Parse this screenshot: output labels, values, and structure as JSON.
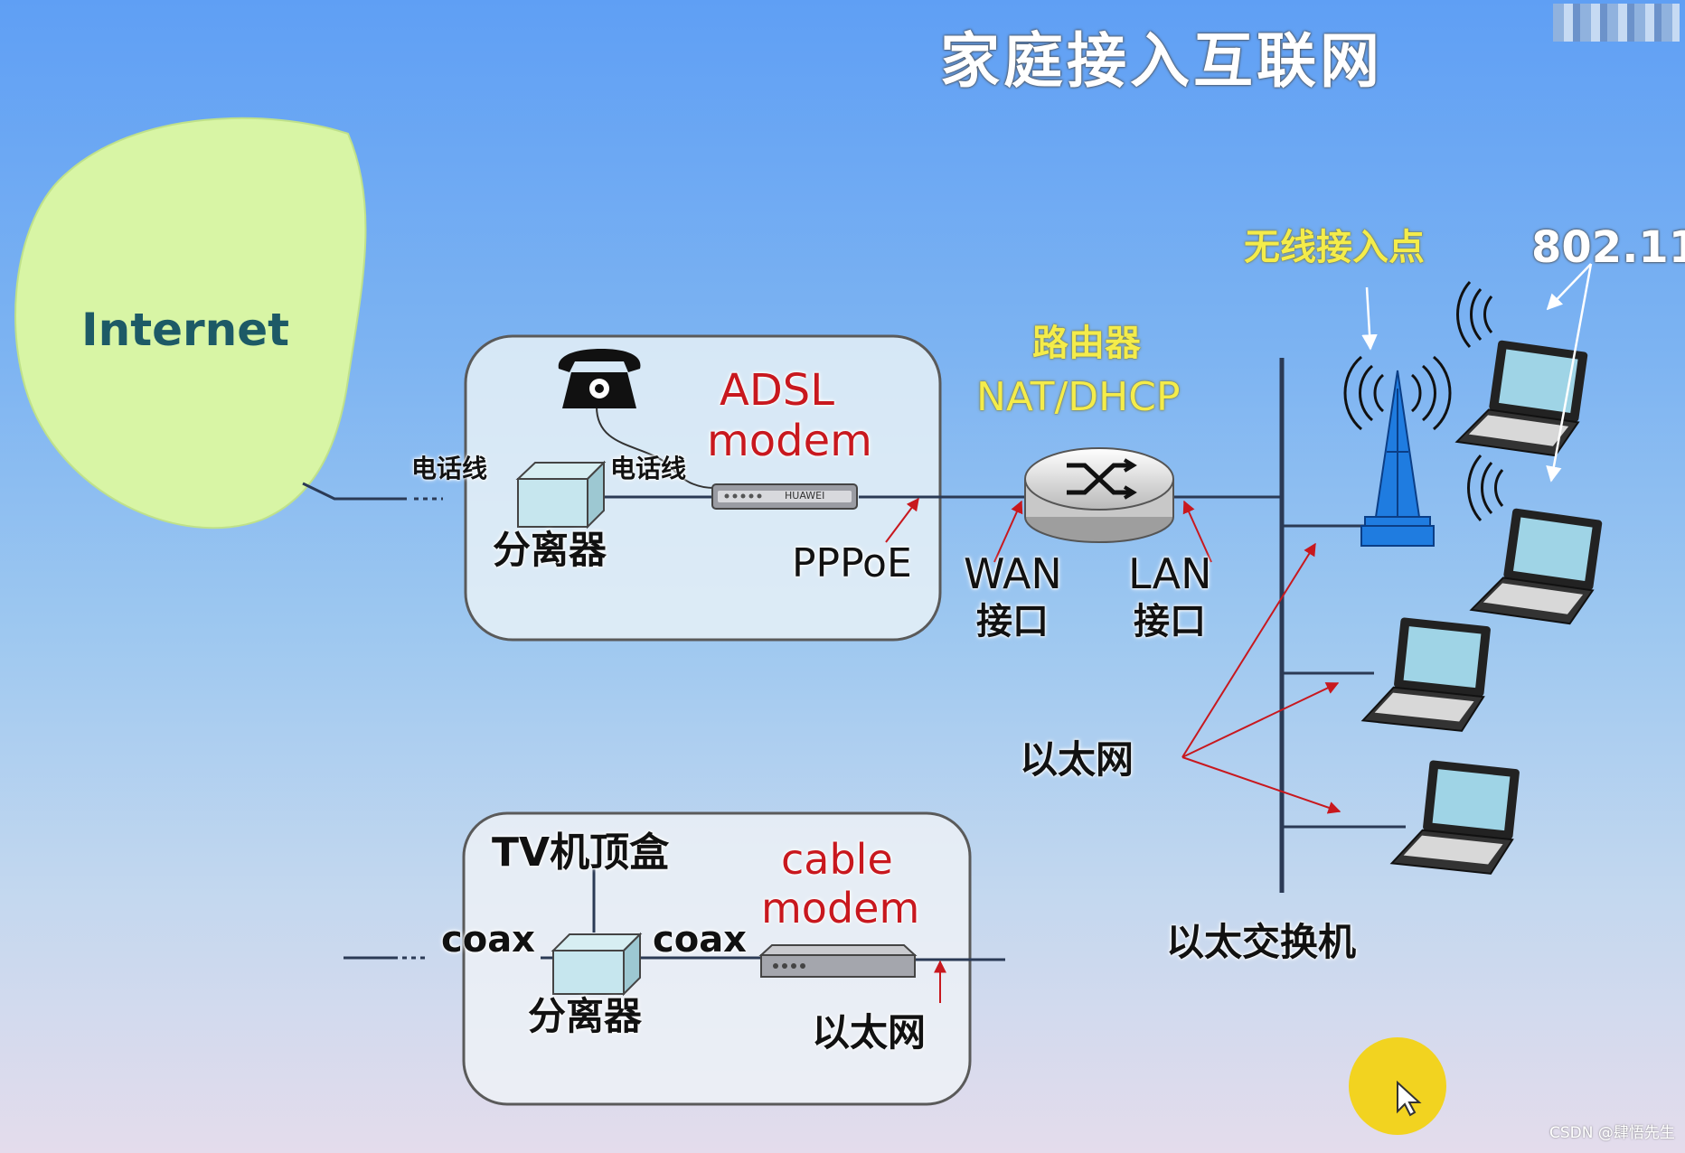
{
  "title": "家庭接入互联网",
  "watermark": "CSDN @肆悟先生",
  "cloud": {
    "label": "Internet",
    "color": "#d8f5a5"
  },
  "adsl_box": {
    "line_left": "电话线",
    "line_right": "电话线",
    "splitter": "分离器",
    "modem_line1": "ADSL",
    "modem_line2": "modem",
    "modem_brand": "HUAWEI",
    "pppoe": "PPPoE"
  },
  "router": {
    "name": "路由器",
    "function": "NAT/DHCP",
    "wan_line1": "WAN",
    "wan_line2": "接口",
    "lan_line1": "LAN",
    "lan_line2": "接口"
  },
  "wireless": {
    "ap": "无线接入点",
    "standard": "802.11"
  },
  "switch": {
    "label": "以太交换机",
    "ethernet": "以太网"
  },
  "cable_box": {
    "settop": "TV机顶盒",
    "coax_left": "coax",
    "coax_right": "coax",
    "splitter": "分离器",
    "modem_line1": "cable",
    "modem_line2": "modem",
    "ethernet": "以太网"
  },
  "colors": {
    "red": "#c8181e",
    "yellow": "#f4ec4a",
    "cloud": "#d8f5a5",
    "cursor": "#f2d320"
  }
}
